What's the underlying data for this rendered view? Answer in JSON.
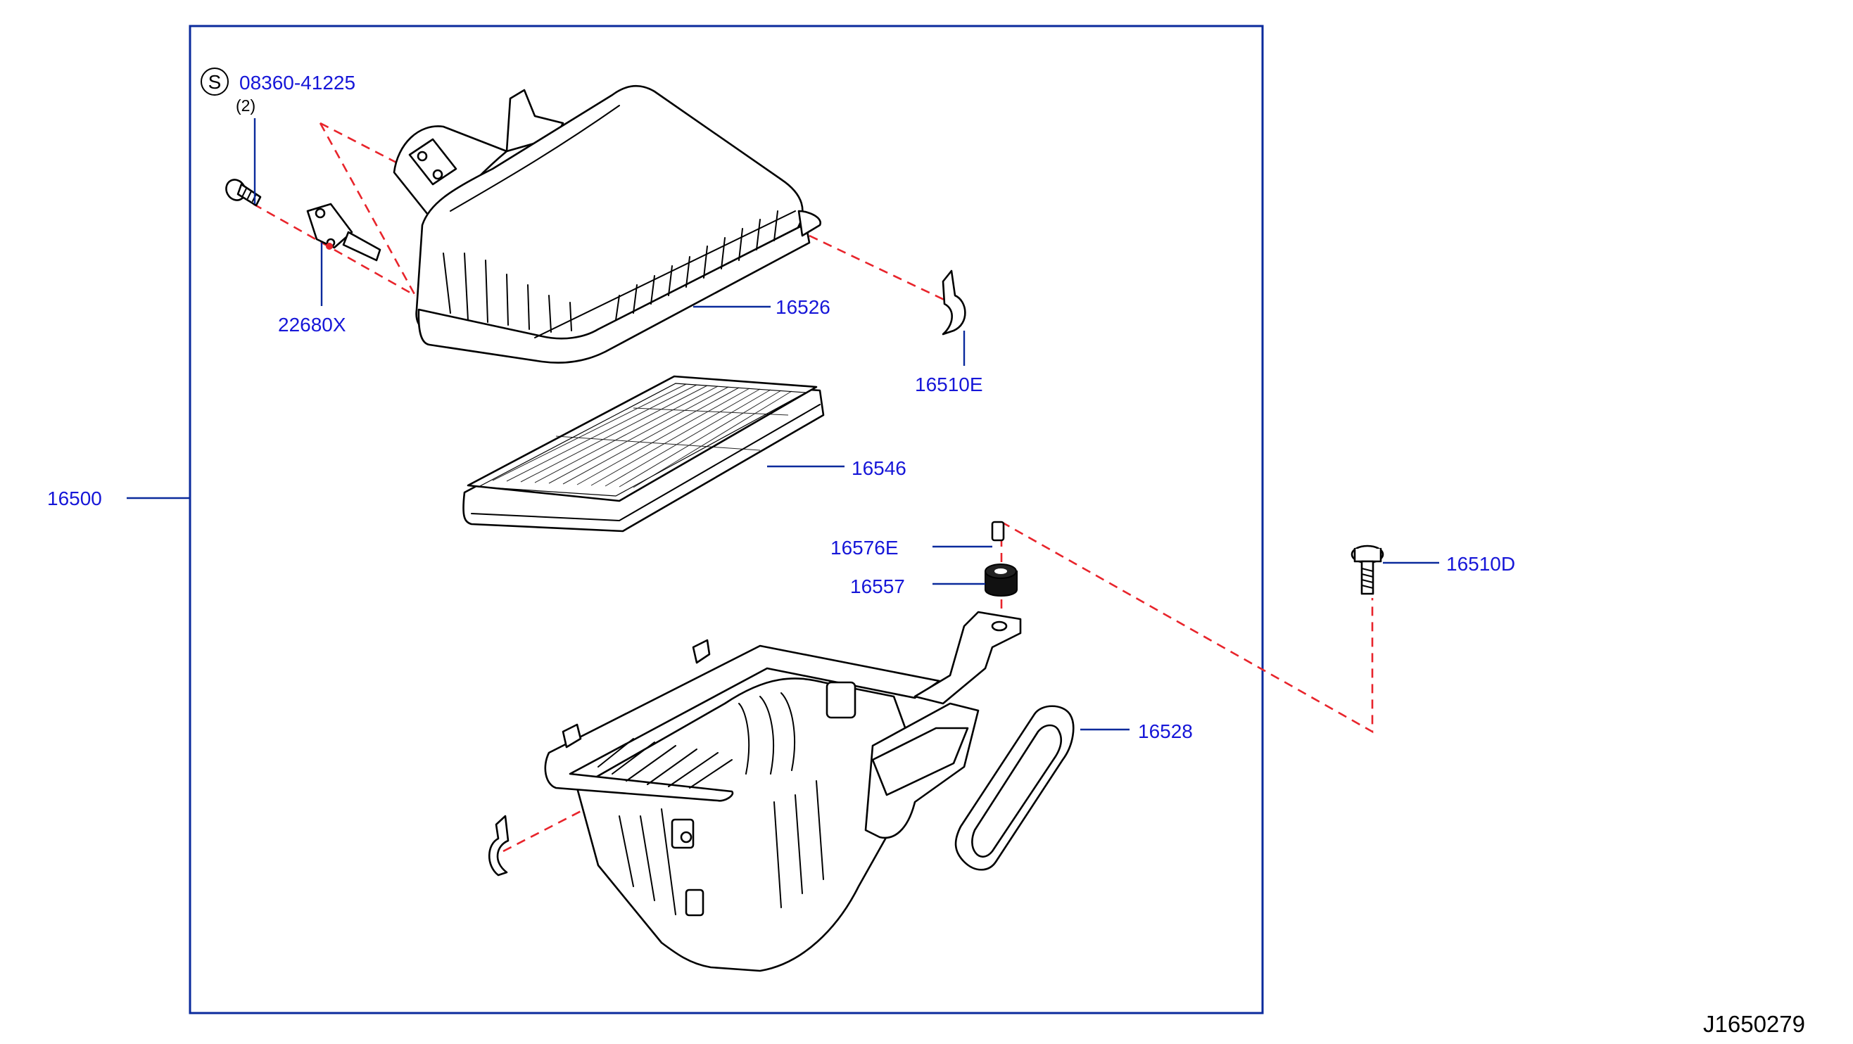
{
  "colors": {
    "label": "#1616d8",
    "leader": "#0a2a9c",
    "border": "#0a2a9c",
    "dash": "#e8242b",
    "line": "#000000",
    "background": "#ffffff"
  },
  "callouts": {
    "standard_part_symbol": "S",
    "screw": "08360-41225",
    "screw_qty": "(2)",
    "sensor": "22680X",
    "upper_cover": "16526",
    "clip_upper": "16510E",
    "assembly": "16500",
    "element": "16546",
    "collar": "16576E",
    "grommet": "16557",
    "bolt": "16510D",
    "duct_seal": "16528"
  },
  "diagram_id": "J1650279"
}
